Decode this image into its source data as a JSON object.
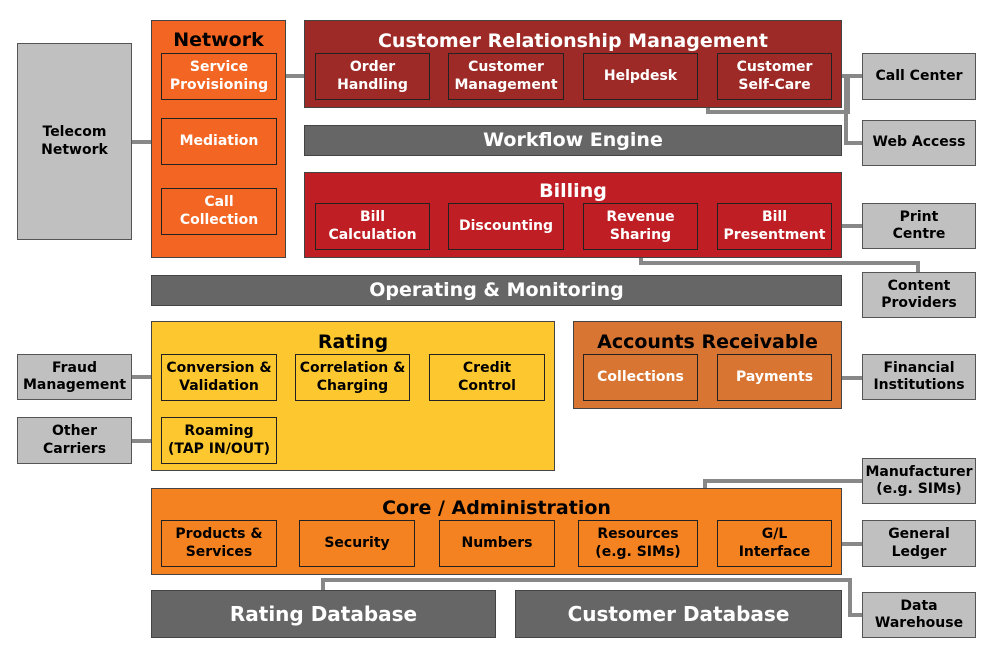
{
  "colors": {
    "network": "#f26522",
    "crm": "#9d2a27",
    "billing": "#bf1e24",
    "rating": "#fdc82f",
    "accounts_receivable": "#d87532",
    "core": "#f58220",
    "bar": "#666666",
    "external": "#c0c0c0",
    "connector": "#888888"
  },
  "external": {
    "telecom_network": "Telecom\nNetwork",
    "call_center": "Call Center",
    "web_access": "Web Access",
    "print_centre": "Print\nCentre",
    "content_providers": "Content\nProviders",
    "fraud_management": "Fraud\nManagement",
    "other_carriers": "Other\nCarriers",
    "financial_institutions": "Financial\nInstitutions",
    "manufacturer": "Manufacturer\n(e.g. SIMs)",
    "general_ledger": "General\nLedger",
    "data_warehouse": "Data\nWarehouse"
  },
  "network": {
    "title": "Network",
    "items": [
      "Service\nProvisioning",
      "Mediation",
      "Call\nCollection"
    ]
  },
  "crm": {
    "title": "Customer Relationship Management",
    "items": [
      "Order\nHandling",
      "Customer\nManagement",
      "Helpdesk",
      "Customer\nSelf-Care"
    ]
  },
  "workflow_engine": "Workflow Engine",
  "billing": {
    "title": "Billing",
    "items": [
      "Bill\nCalculation",
      "Discounting",
      "Revenue\nSharing",
      "Bill\nPresentment"
    ]
  },
  "operating_monitoring": "Operating & Monitoring",
  "rating": {
    "title": "Rating",
    "items": [
      "Conversion &\nValidation",
      "Correlation &\nCharging",
      "Credit\nControl",
      "Roaming\n(TAP IN/OUT)"
    ]
  },
  "accounts_receivable": {
    "title": "Accounts Receivable",
    "items": [
      "Collections",
      "Payments"
    ]
  },
  "core": {
    "title": "Core / Administration",
    "items": [
      "Products &\nServices",
      "Security",
      "Numbers",
      "Resources\n(e.g. SIMs)",
      "G/L\nInterface"
    ]
  },
  "rating_database": "Rating Database",
  "customer_database": "Customer Database"
}
